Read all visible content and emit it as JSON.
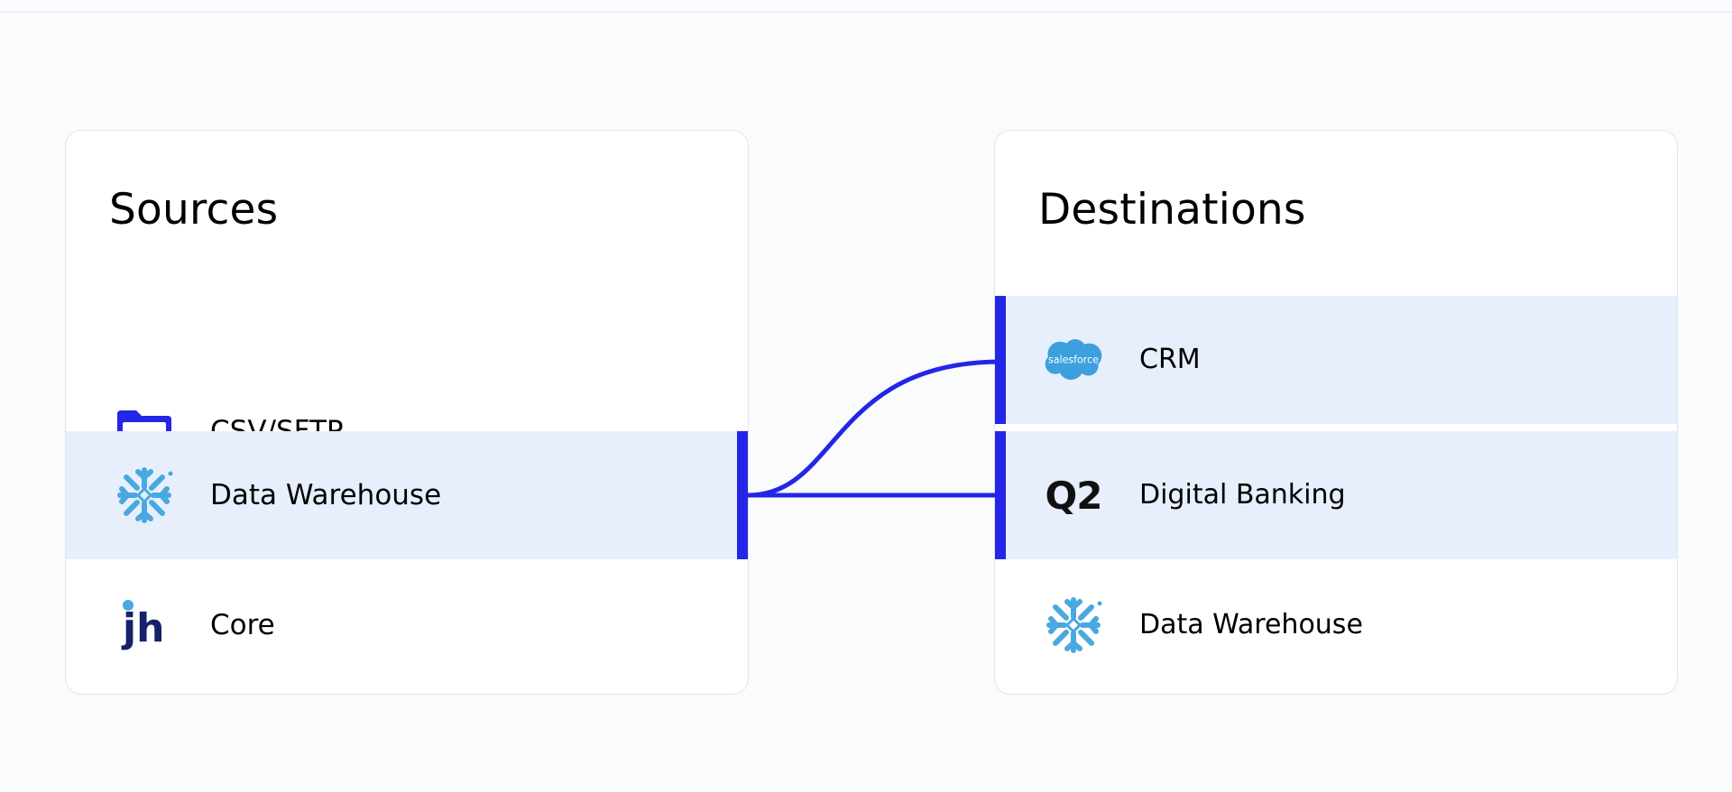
{
  "sources": {
    "title": "Sources",
    "items": [
      {
        "label": "CSV/SFTP",
        "icon": "folder-icon",
        "selected": false
      },
      {
        "label": "Data Warehouse",
        "icon": "snowflake-icon",
        "selected": true
      },
      {
        "label": "Core",
        "icon": "jack-henry-logo",
        "logo_text": "jh",
        "selected": false
      }
    ]
  },
  "destinations": {
    "title": "Destinations",
    "items": [
      {
        "label": "CRM",
        "icon": "salesforce-logo",
        "logo_text": "salesforce",
        "selected": true
      },
      {
        "label": "Digital Banking",
        "icon": "q2-logo",
        "logo_text": "Q2",
        "selected": true
      },
      {
        "label": "Data Warehouse",
        "icon": "snowflake-icon",
        "selected": false
      }
    ]
  },
  "colors": {
    "accent": "#2326e6",
    "selected_row": "#e7effd",
    "snowflake": "#4aa8e0",
    "salesforce": "#3da0de",
    "jack_henry": "#16216a"
  }
}
